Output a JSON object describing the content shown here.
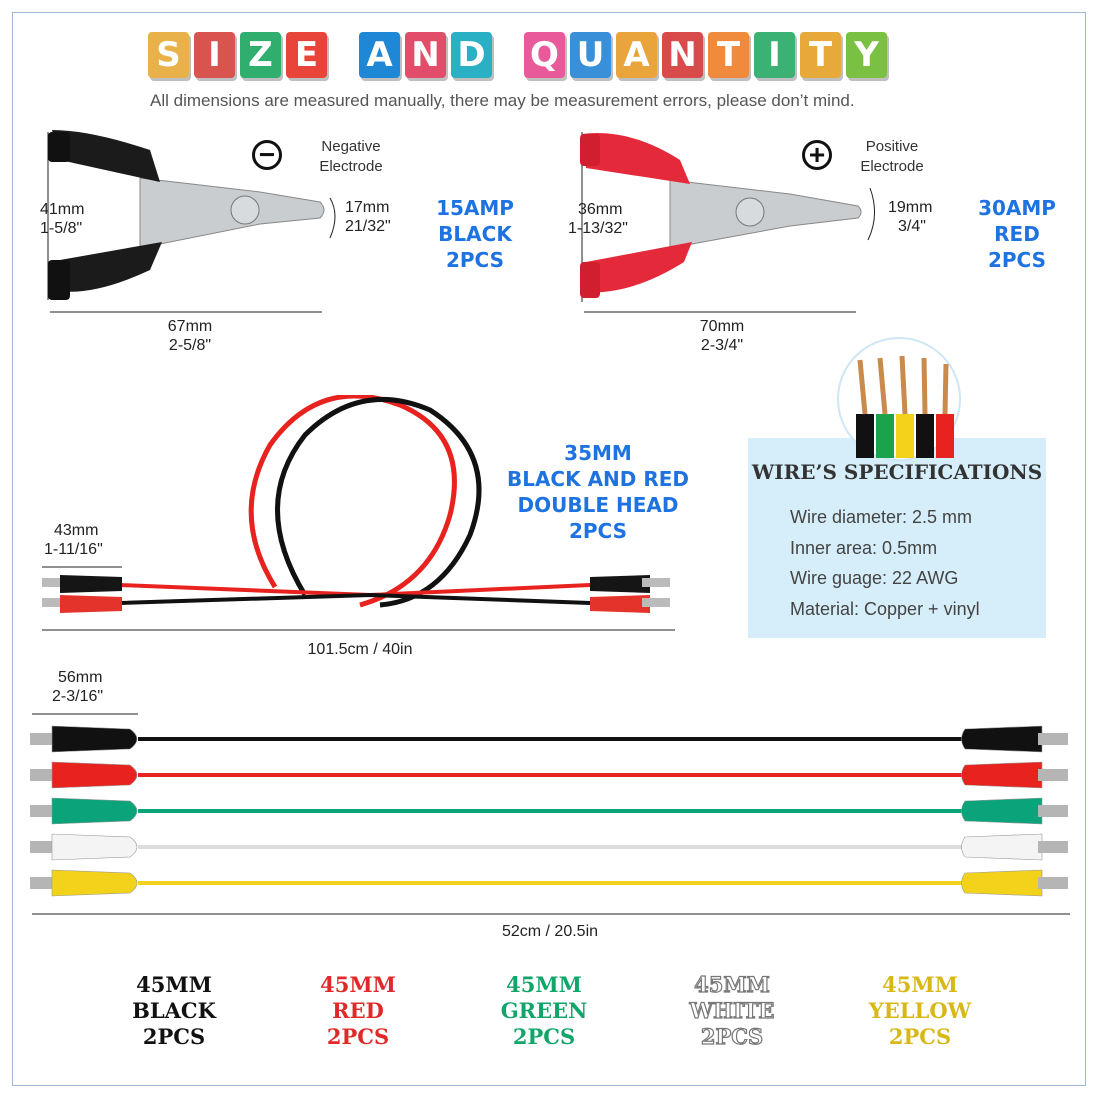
{
  "header": {
    "title_tiles": [
      {
        "letter": "S",
        "color": "#e8b14a"
      },
      {
        "letter": "I",
        "color": "#d9534f"
      },
      {
        "letter": "Z",
        "color": "#2fae6e"
      },
      {
        "letter": "E",
        "color": "#e8443a"
      },
      {
        "letter": "A",
        "color": "#1e87d6"
      },
      {
        "letter": "N",
        "color": "#e24d6a"
      },
      {
        "letter": "D",
        "color": "#2ab0c5"
      },
      {
        "letter": "Q",
        "color": "#e85a9a"
      },
      {
        "letter": "U",
        "color": "#3a8fd9"
      },
      {
        "letter": "A",
        "color": "#e9a43b"
      },
      {
        "letter": "N",
        "color": "#d94b4b"
      },
      {
        "letter": "T",
        "color": "#f08a3c"
      },
      {
        "letter": "I",
        "color": "#3bb273"
      },
      {
        "letter": "T",
        "color": "#e7a93a"
      },
      {
        "letter": "Y",
        "color": "#7ac143"
      }
    ],
    "subtitle": "All dimensions are measured manually, there may be measurement errors, please don’t mind."
  },
  "black_clip": {
    "electrode_line1": "Negative",
    "electrode_line2": "Electrode",
    "height_mm": "41mm",
    "height_in": "1-5/8\"",
    "jaw_mm": "17mm",
    "jaw_in": "21/32\"",
    "length_mm": "67mm",
    "length_in": "2-5/8\"",
    "spec_line1": "15AMP",
    "spec_line2": "BLACK",
    "spec_line3": "2PCS"
  },
  "red_clip": {
    "electrode_line1": "Positive",
    "electrode_line2": "Electrode",
    "height_mm": "36mm",
    "height_in": "1-13/32\"",
    "jaw_mm": "19mm",
    "jaw_in": "3/4\"",
    "length_mm": "70mm",
    "length_in": "2-3/4\"",
    "spec_line1": "30AMP",
    "spec_line2": "RED",
    "spec_line3": "2PCS"
  },
  "double_head": {
    "spec_line1": "35MM",
    "spec_line2": "BLACK AND RED",
    "spec_line3": "DOUBLE HEAD",
    "spec_line4": "2PCS",
    "clip_mm": "43mm",
    "clip_in": "1-11/16\"",
    "length": "101.5cm / 40in"
  },
  "wire_specs": {
    "title": "WIRE’S SPECIFICATIONS",
    "lines": [
      "Wire diameter: 2.5 mm",
      "Inner area: 0.5mm",
      "Wire guage: 22 AWG",
      "Material: Copper + vinyl"
    ]
  },
  "test_leads": {
    "clip_mm": "56mm",
    "clip_in": "2-3/16\"",
    "length": "52cm / 20.5in",
    "wire_colors": [
      "#111111",
      "#e8231f",
      "#0aa37a",
      "#f4f4f4",
      "#f2d21a"
    ],
    "labels": [
      {
        "l1": "45MM",
        "l2": "BLACK",
        "l3": "2PCS",
        "color": "#111111"
      },
      {
        "l1": "45MM",
        "l2": "RED",
        "l3": "2PCS",
        "color": "#e02a2a"
      },
      {
        "l1": "45MM",
        "l2": "GREEN",
        "l3": "2PCS",
        "color": "#11a56a"
      },
      {
        "l1": "45MM",
        "l2": "WHITE",
        "l3": "2PCS",
        "color": "#ffffff"
      },
      {
        "l1": "45MM",
        "l2": "YELLOW",
        "l3": "2PCS",
        "color": "#d8b817"
      }
    ]
  }
}
